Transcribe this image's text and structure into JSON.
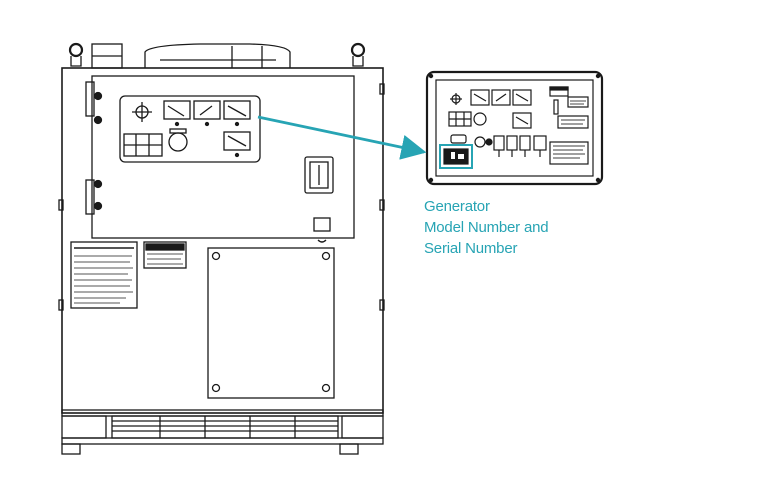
{
  "callout": {
    "lines": [
      "Generator",
      "Model Number and",
      "Serial Number"
    ]
  },
  "colors": {
    "accent": "#27a4b4",
    "line": "#1a1a1a"
  },
  "icons": [
    "lifting-eye-icon",
    "gauge-icon",
    "crosshair-icon",
    "arrow-icon"
  ]
}
